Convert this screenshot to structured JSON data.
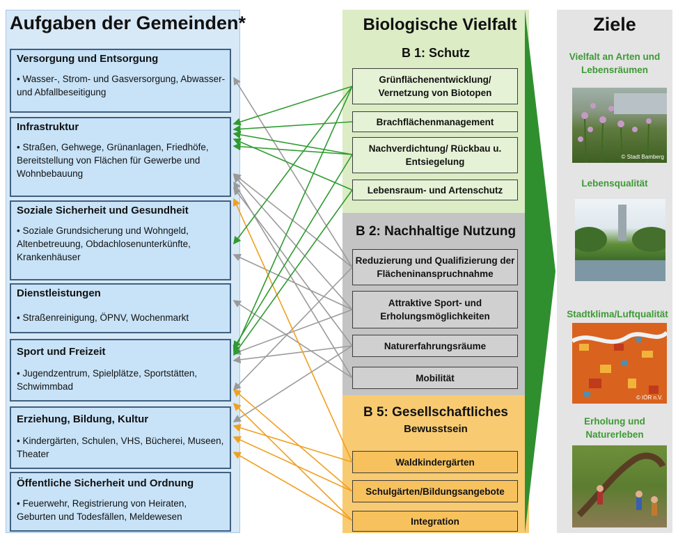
{
  "left": {
    "title": "Aufgaben der Gemeinden*",
    "tasks": [
      {
        "heading": "Versorgung und Entsorgung",
        "body": "• Wasser-, Strom- und Gasversorgung, Abwasser- und Abfallbeseitigung"
      },
      {
        "heading": "Infrastruktur",
        "body": "• Straßen, Gehwege, Grünanlagen, Friedhöfe, Bereitstellung von Flächen für Gewerbe und Wohnbebauung"
      },
      {
        "heading": "Soziale Sicherheit und Gesundheit",
        "body": "• Soziale Grundsicherung und Wohngeld, Altenbetreuung, Obdachlosenunterkünfte, Krankenhäuser"
      },
      {
        "heading": "Dienstleistungen",
        "body": "• Straßenreinigung, ÖPNV, Wochenmarkt"
      },
      {
        "heading": "Sport und Freizeit",
        "body": "• Jugendzentrum, Spielplätze, Sportstätten, Schwimmbad"
      },
      {
        "heading": "Erziehung, Bildung, Kultur",
        "body": "• Kindergärten, Schulen, VHS, Bücherei, Museen, Theater"
      },
      {
        "heading": "Öffentliche Sicherheit und Ordnung",
        "body": "• Feuerwehr, Registrierung von Heiraten, Geburten und Todesfällen, Meldewesen"
      }
    ]
  },
  "middle": {
    "title": "Biologische Vielfalt",
    "b1": {
      "title": "B 1: Schutz",
      "items": [
        "Grünflächenentwicklung/ Vernetzung von Biotopen",
        "Brachflächenmanagement",
        "Nachverdichtung/ Rückbau u. Entsiegelung",
        "Lebensraum- und Artenschutz"
      ]
    },
    "b2": {
      "title": "B 2: Nachhaltige Nutzung",
      "items": [
        "Reduzierung und Qualifizierung der Flächeninanspruchnahme",
        "Attraktive Sport- und Erholungsmöglichkeiten",
        "Naturerfahrungsräume",
        "Mobilität"
      ]
    },
    "b5": {
      "title_line1": "B 5: Gesellschaftliches",
      "title_line2": "Bewusstsein",
      "items": [
        "Waldkindergärten",
        "Schulgärten/Bildungsangebote",
        "Integration"
      ]
    }
  },
  "right": {
    "title": "Ziele",
    "goals": [
      {
        "label": "Vielfalt an Arten und Lebensräumen",
        "credit": "© Stadt Bamberg",
        "image": "meadow-flowers-photo"
      },
      {
        "label": "Lebensqualität",
        "credit": "",
        "image": "city-park-pond-photo"
      },
      {
        "label": "Stadtklima/Luftqualität",
        "credit": "© IÖR n.V.",
        "image": "thermal-map-photo"
      },
      {
        "label": "Erholung und Naturerleben",
        "credit": "",
        "image": "children-climbing-tree-photo"
      }
    ]
  },
  "colors": {
    "green_arrow": "#2f9a2f",
    "grey_arrow": "#9a9a9a",
    "orange_arrow": "#f0a020",
    "goal_text": "#3d9a35"
  }
}
